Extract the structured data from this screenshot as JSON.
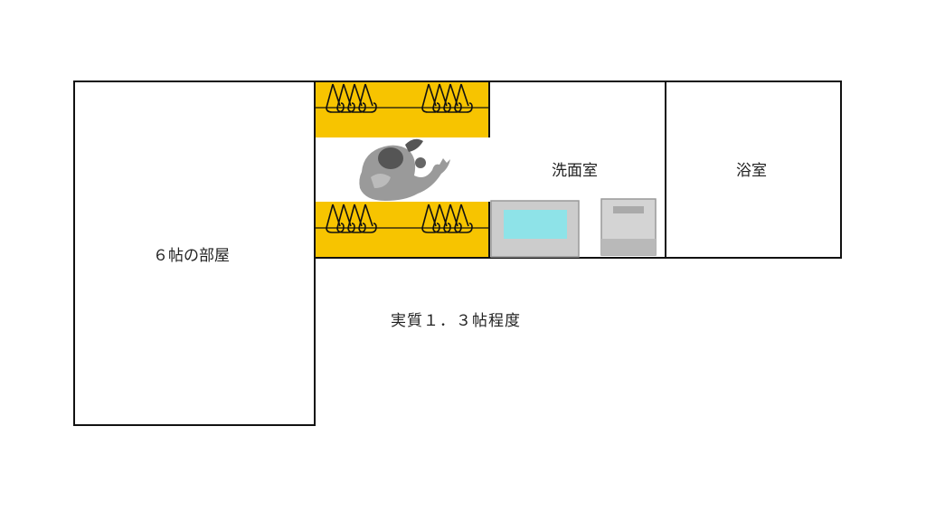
{
  "rooms": {
    "room_6jo": "６帖の部屋",
    "washroom": "洗面室",
    "bathroom": "浴室"
  },
  "note": "実質１．３帖程度",
  "colors": {
    "closet": "#F7C400",
    "wall": "#111111",
    "sink_counter": "#CCCCCC",
    "sink_basin": "#8EE3E8",
    "appliance": "#C8C8C8",
    "person": "#9A9A9A"
  },
  "icons": {
    "hanger": "hanger-icon",
    "person": "person-icon",
    "sink": "sink-icon",
    "washing_machine": "washing-machine-icon"
  }
}
